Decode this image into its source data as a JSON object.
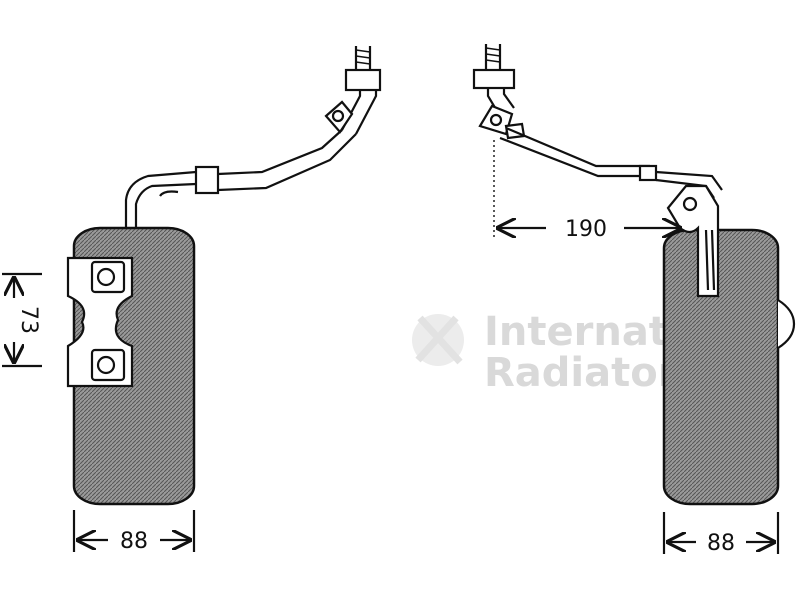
{
  "dimensions": {
    "left_height": "73",
    "left_width": "88",
    "right_offset": "190",
    "right_width": "88"
  },
  "watermark": {
    "line1": "International",
    "line2": "Radiators"
  },
  "colors": {
    "drawing": "#111111",
    "body_fill": "#8f8f8f",
    "watermark": "#d9d9d9",
    "background": "#ffffff"
  }
}
